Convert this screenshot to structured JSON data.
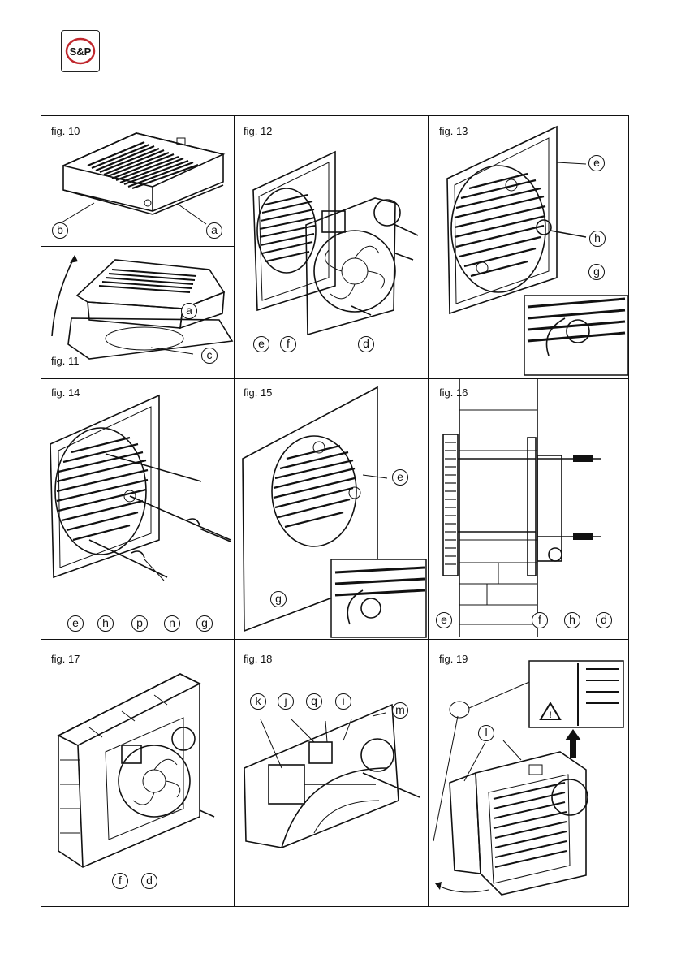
{
  "logo": {
    "text": "S&P"
  },
  "panels": [
    {
      "caption": "fig. 10",
      "labels": [
        "b",
        "a"
      ]
    },
    {
      "caption": "fig. 11",
      "labels": [
        "a",
        "c"
      ]
    },
    {
      "caption": "fig. 12",
      "labels": [
        "e",
        "f",
        "d"
      ]
    },
    {
      "caption": "fig. 13",
      "labels": [
        "e",
        "h",
        "g"
      ]
    },
    {
      "caption": "fig. 14",
      "labels": [
        "e",
        "h",
        "p",
        "n",
        "g"
      ]
    },
    {
      "caption": "fig. 15",
      "labels": [
        "e",
        "g"
      ]
    },
    {
      "caption": "fig. 16",
      "labels": [
        "e",
        "f",
        "h",
        "d"
      ]
    },
    {
      "caption": "fig. 17",
      "labels": [
        "f",
        "d"
      ]
    },
    {
      "caption": "fig. 18",
      "labels": [
        "k",
        "j",
        "q",
        "i",
        "m"
      ]
    },
    {
      "caption": "fig. 19",
      "labels": [
        "l"
      ]
    }
  ],
  "icons": {
    "warning": "warning-triangle-icon",
    "arrow": "up-arrow-icon"
  }
}
